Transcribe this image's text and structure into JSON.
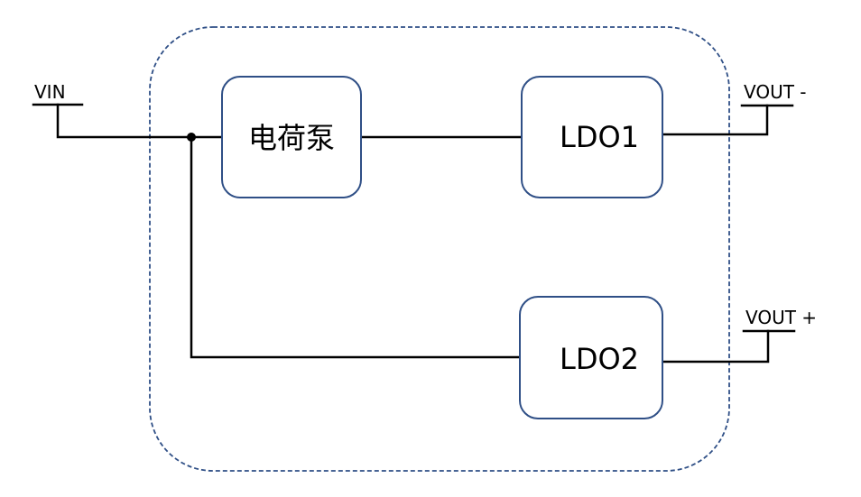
{
  "blocks": {
    "charge_pump": "电荷泵",
    "ldo1": "LDO1",
    "ldo2": "LDO2"
  },
  "pins": {
    "vin": "VIN",
    "vout_minus": "VOUT -",
    "vout_plus": "VOUT +"
  },
  "colors": {
    "block_border": "#2f4f86",
    "wire": "#000000",
    "background": "#ffffff"
  }
}
